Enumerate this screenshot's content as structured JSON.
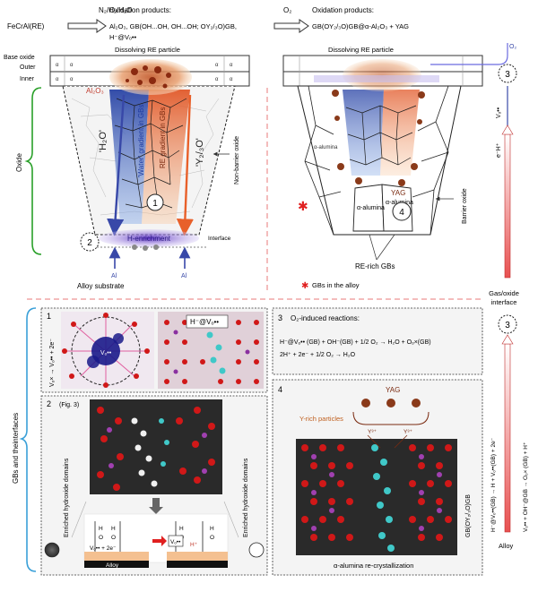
{
  "top_left": {
    "reactants": "N₂/H₂/H₂O",
    "alloy_label": "FeCrAl(RE)",
    "products_title": "Oxidation products:",
    "products_line1": "Al₂O₃, GB(OH...OH, OH...OH; OY₂/₃O)GB,",
    "products_line2": "H⁻@Vₒ••",
    "dissolving": "Dissolving RE particle",
    "base_oxide": "Base oxide",
    "outer": "Outer",
    "inner": "Inner",
    "oxide_label": "Oxide",
    "al2o3": "Al₂O₃",
    "h2o_flux": "'H₂O'",
    "y_flux": "'Y₂/₃O'",
    "water_gradient": "'Water' gradient in GBs",
    "re_gradient": "RE gradient in GBs",
    "non_barrier": "Non-barrier oxide",
    "interface": "Interface",
    "h_enrichment": "H-enrichment",
    "al": "Al",
    "alloy_substrate": "Alloy substrate",
    "circle1": "1",
    "circle2": "2",
    "alpha": "α"
  },
  "top_right": {
    "reactant": "O₂",
    "products_title": "Oxidation products:",
    "products_line": "GB(OY₂/₃O)GB@α-Al₂O₃ + YAG",
    "dissolving": "Dissolving RE particle",
    "o2": "O₂",
    "vo": "Vₒ••",
    "eh": "e⁻H⁺",
    "yag": "YAG",
    "alpha_alumina": "α-alumina",
    "barrier_oxide": "Barrier oxide",
    "re_rich": "RE-rich GBs",
    "gbs_alloy": "GBs in the alloy",
    "circle3": "3",
    "circle4": "4"
  },
  "interface_label": {
    "line1": "Gas/oxide",
    "line2": "interface"
  },
  "bottom": {
    "side_label": "GBs and theinterfaces",
    "panel1": {
      "num": "1",
      "eq": "Vₒ× → Vₒ•• + 2e⁻",
      "vo": "Vₒ••",
      "defect": "H⁻@Vₒ••"
    },
    "panel2": {
      "num": "2",
      "ref": "(Fig. 3)",
      "left_domains": "Enriched hydroxide domains",
      "right_domains": "Enriched hydroxide domains",
      "alloy": "Alloy",
      "vo_eq": "Vₒ•• + 2e⁻",
      "vo": "Vₒ••",
      "hplus": "H⁺",
      "h": "H",
      "o": "O"
    },
    "panel3": {
      "num": "3",
      "title": "O₂-induced reactions:",
      "eq1": "H⁻@Vₒ•• (GB) + OH⁻(GB) + 1/2 O₂ → H₂O + Oₒ×(GB)",
      "eq2": "2H⁺ + 2e⁻ + 1/2 O₂ → H₂O"
    },
    "panel4": {
      "num": "4",
      "yag": "YAG",
      "y_rich": "Y-rich particles",
      "y3a": "Y³⁺",
      "y3b": "Y³⁺",
      "gb_label": "GB(OY₂/₃O)GB",
      "caption": "α-alumina re-crystallization"
    },
    "right_eq": "H⁻@Vₒ••(GB) → H + Vₒ••(GB) + 2e⁻",
    "right_eq2": "Vₒ•• + OH⁻@GB → Oₒ× (GB) + H⁺",
    "right_circle": "3",
    "alloy": "Alloy"
  },
  "colors": {
    "al2o3_red": "#c0392b",
    "blue_arrow": "#3848a8",
    "orange_arrow": "#e8602a",
    "purple": "#6a3ab0",
    "green_brace": "#2aa02a",
    "blue_brace": "#3aa0d8",
    "dashed_red": "#e87878"
  }
}
